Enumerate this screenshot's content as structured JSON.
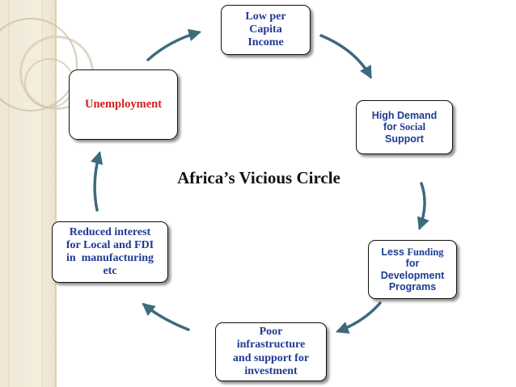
{
  "title": "Africa’s Vicious Circle",
  "nodes": {
    "low_income": {
      "lines": [
        "Low per",
        "Capita",
        "Income"
      ]
    },
    "high_demand": {
      "line1": "High Demand",
      "line2_a": "for ",
      "line2_b": "Social",
      "line3": "Support"
    },
    "less_funding": {
      "line1_a": "Less ",
      "line1_b": "Funding",
      "line2": "for",
      "line3": "Development",
      "line4": "Programs"
    },
    "poor_infra": {
      "lines": [
        "Poor",
        "infrastructure",
        "and support for",
        "investment"
      ]
    },
    "reduced_interest": {
      "lines": [
        "Reduced interest",
        "for Local and FDI",
        "in  manufacturing",
        "etc"
      ]
    },
    "unemployment": {
      "label": "Unemployment"
    }
  },
  "colors": {
    "text_blue": "#1f3a93",
    "text_red": "#d41f1f",
    "arrow_teal": "#3b6b7d"
  }
}
